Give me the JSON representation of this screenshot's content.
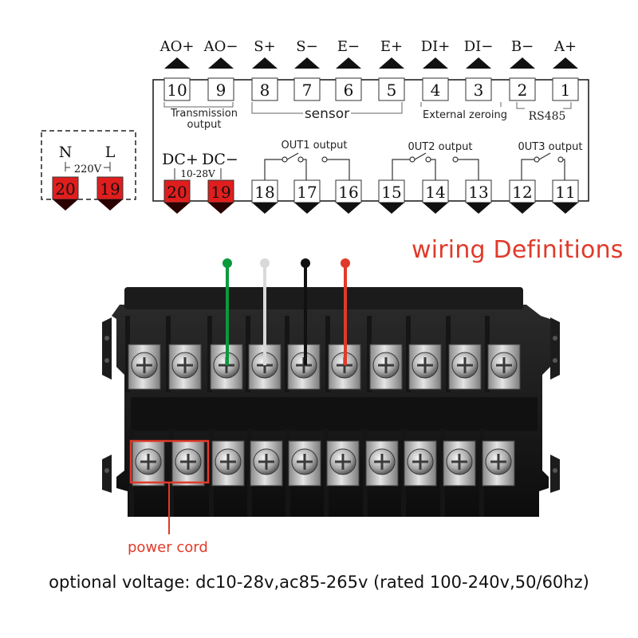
{
  "title": "wiring Definitions",
  "power_note": "power cord",
  "voltage_note": "optional voltage: dc10-28v,ac85-265v (rated 100-240v,50/60hz)",
  "top_row": [
    {
      "label": "AO+",
      "num": "10"
    },
    {
      "label": "AO−",
      "num": "9"
    },
    {
      "label": "S+",
      "num": "8"
    },
    {
      "label": "S−",
      "num": "7"
    },
    {
      "label": "E−",
      "num": "6"
    },
    {
      "label": "E+",
      "num": "5"
    },
    {
      "label": "DI+",
      "num": "4"
    },
    {
      "label": "DI−",
      "num": "3"
    },
    {
      "label": "B−",
      "num": "2"
    },
    {
      "label": "A+",
      "num": "1"
    }
  ],
  "top_groups": {
    "transmission_1": "Transmission",
    "transmission_2": "output",
    "sensor": "sensor",
    "external_zeroing": "External zeroing",
    "rs485": "RS485"
  },
  "bottom_row_nums": [
    "18",
    "17",
    "16",
    "15",
    "14",
    "13",
    "12",
    "11"
  ],
  "outputs": {
    "out1": "OUT1 output",
    "out2": "0UT2 output",
    "out3": "0UT3 output"
  },
  "dc_power": {
    "pos": "DC+",
    "neg": "DC−",
    "range": "10-28V",
    "num_a": "20",
    "num_b": "19"
  },
  "ac_power": {
    "n": "N",
    "l": "L",
    "volts": "220V",
    "num_a": "20",
    "num_b": "19"
  },
  "colors": {
    "red_terminal": "#e01e1e",
    "accent_red": "#e03a2a",
    "green_wire": "#0a9a3c",
    "white_wire": "#d9d9d9",
    "black_wire": "#111111",
    "red_wire": "#e03a2a"
  },
  "wire_icons": [
    "green-wire-icon",
    "white-wire-icon",
    "black-wire-icon",
    "red-wire-icon"
  ]
}
